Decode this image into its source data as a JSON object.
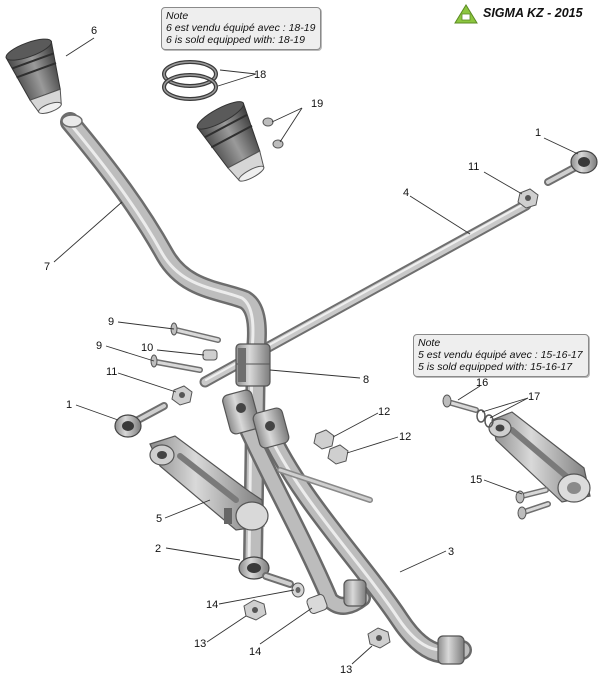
{
  "header": {
    "brand": "SIGMA KZ - 2015",
    "brand_color": "#8cc63f"
  },
  "notes": [
    {
      "id": "top",
      "title": "Note",
      "lines": [
        "6 est vendu équipé avec : 18-19",
        "6 is sold equipped with: 18-19"
      ]
    },
    {
      "id": "right",
      "title": "Note",
      "lines": [
        "5 est vendu équipé avec : 15-16-17",
        "5 is sold equipped with: 15-16-17"
      ]
    }
  ],
  "callouts": [
    "6",
    "18",
    "19",
    "1",
    "11",
    "4",
    "7",
    "9",
    "10",
    "9",
    "11",
    "8",
    "1",
    "12",
    "12",
    "5",
    "2",
    "3",
    "14",
    "13",
    "14",
    "13",
    "16",
    "17",
    "15"
  ],
  "colors": {
    "metal": "#b9b9b9",
    "metal_dark": "#7d7d7d",
    "metal_light": "#e4e4e4",
    "rubber": "#6f6f6f"
  }
}
